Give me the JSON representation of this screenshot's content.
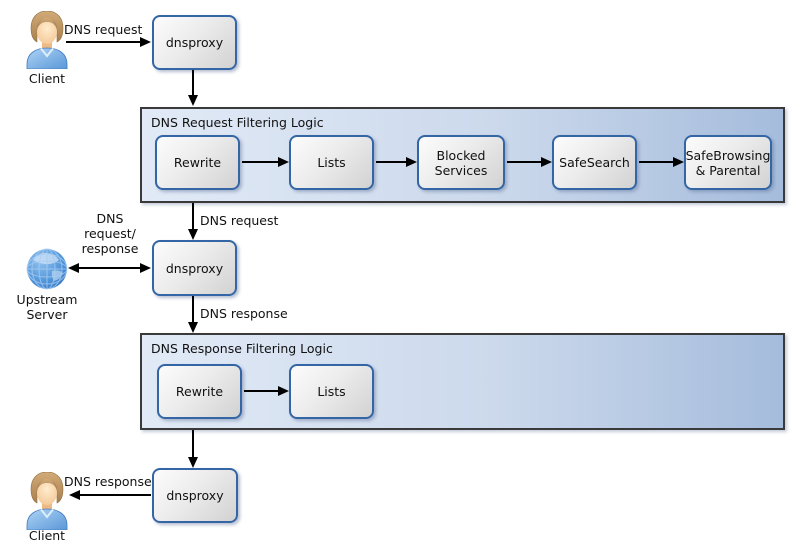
{
  "diagram": {
    "nodes": {
      "dnsproxy_top": "dnsproxy",
      "dnsproxy_middle": "dnsproxy",
      "dnsproxy_bottom": "dnsproxy"
    },
    "actors": {
      "client_top": "Client",
      "client_bottom": "Client",
      "upstream_line1": "Upstream",
      "upstream_line2": "Server"
    },
    "edges": {
      "client_to_proxy": "DNS request",
      "filter_chain_to_proxy": "DNS request",
      "upstream_line1": "DNS",
      "upstream_line2": "request/",
      "upstream_line3": "response",
      "proxy_to_response_filter": "DNS response",
      "proxy_to_client": "DNS response"
    },
    "request_filtering": {
      "title": "DNS Request Filtering Logic",
      "steps": [
        "Rewrite",
        "Lists",
        "Blocked Services",
        "SafeSearch",
        "SafeBrowsing & Parental"
      ]
    },
    "response_filtering": {
      "title": "DNS Response Filtering Logic",
      "steps": [
        "Rewrite",
        "Lists"
      ]
    },
    "colors": {
      "node_border": "#3465a4",
      "container_border": "#3a3a3a",
      "container_fill_start": "#e1eaf6",
      "container_fill_end": "#a5bcdc",
      "arrow": "#000000"
    }
  }
}
